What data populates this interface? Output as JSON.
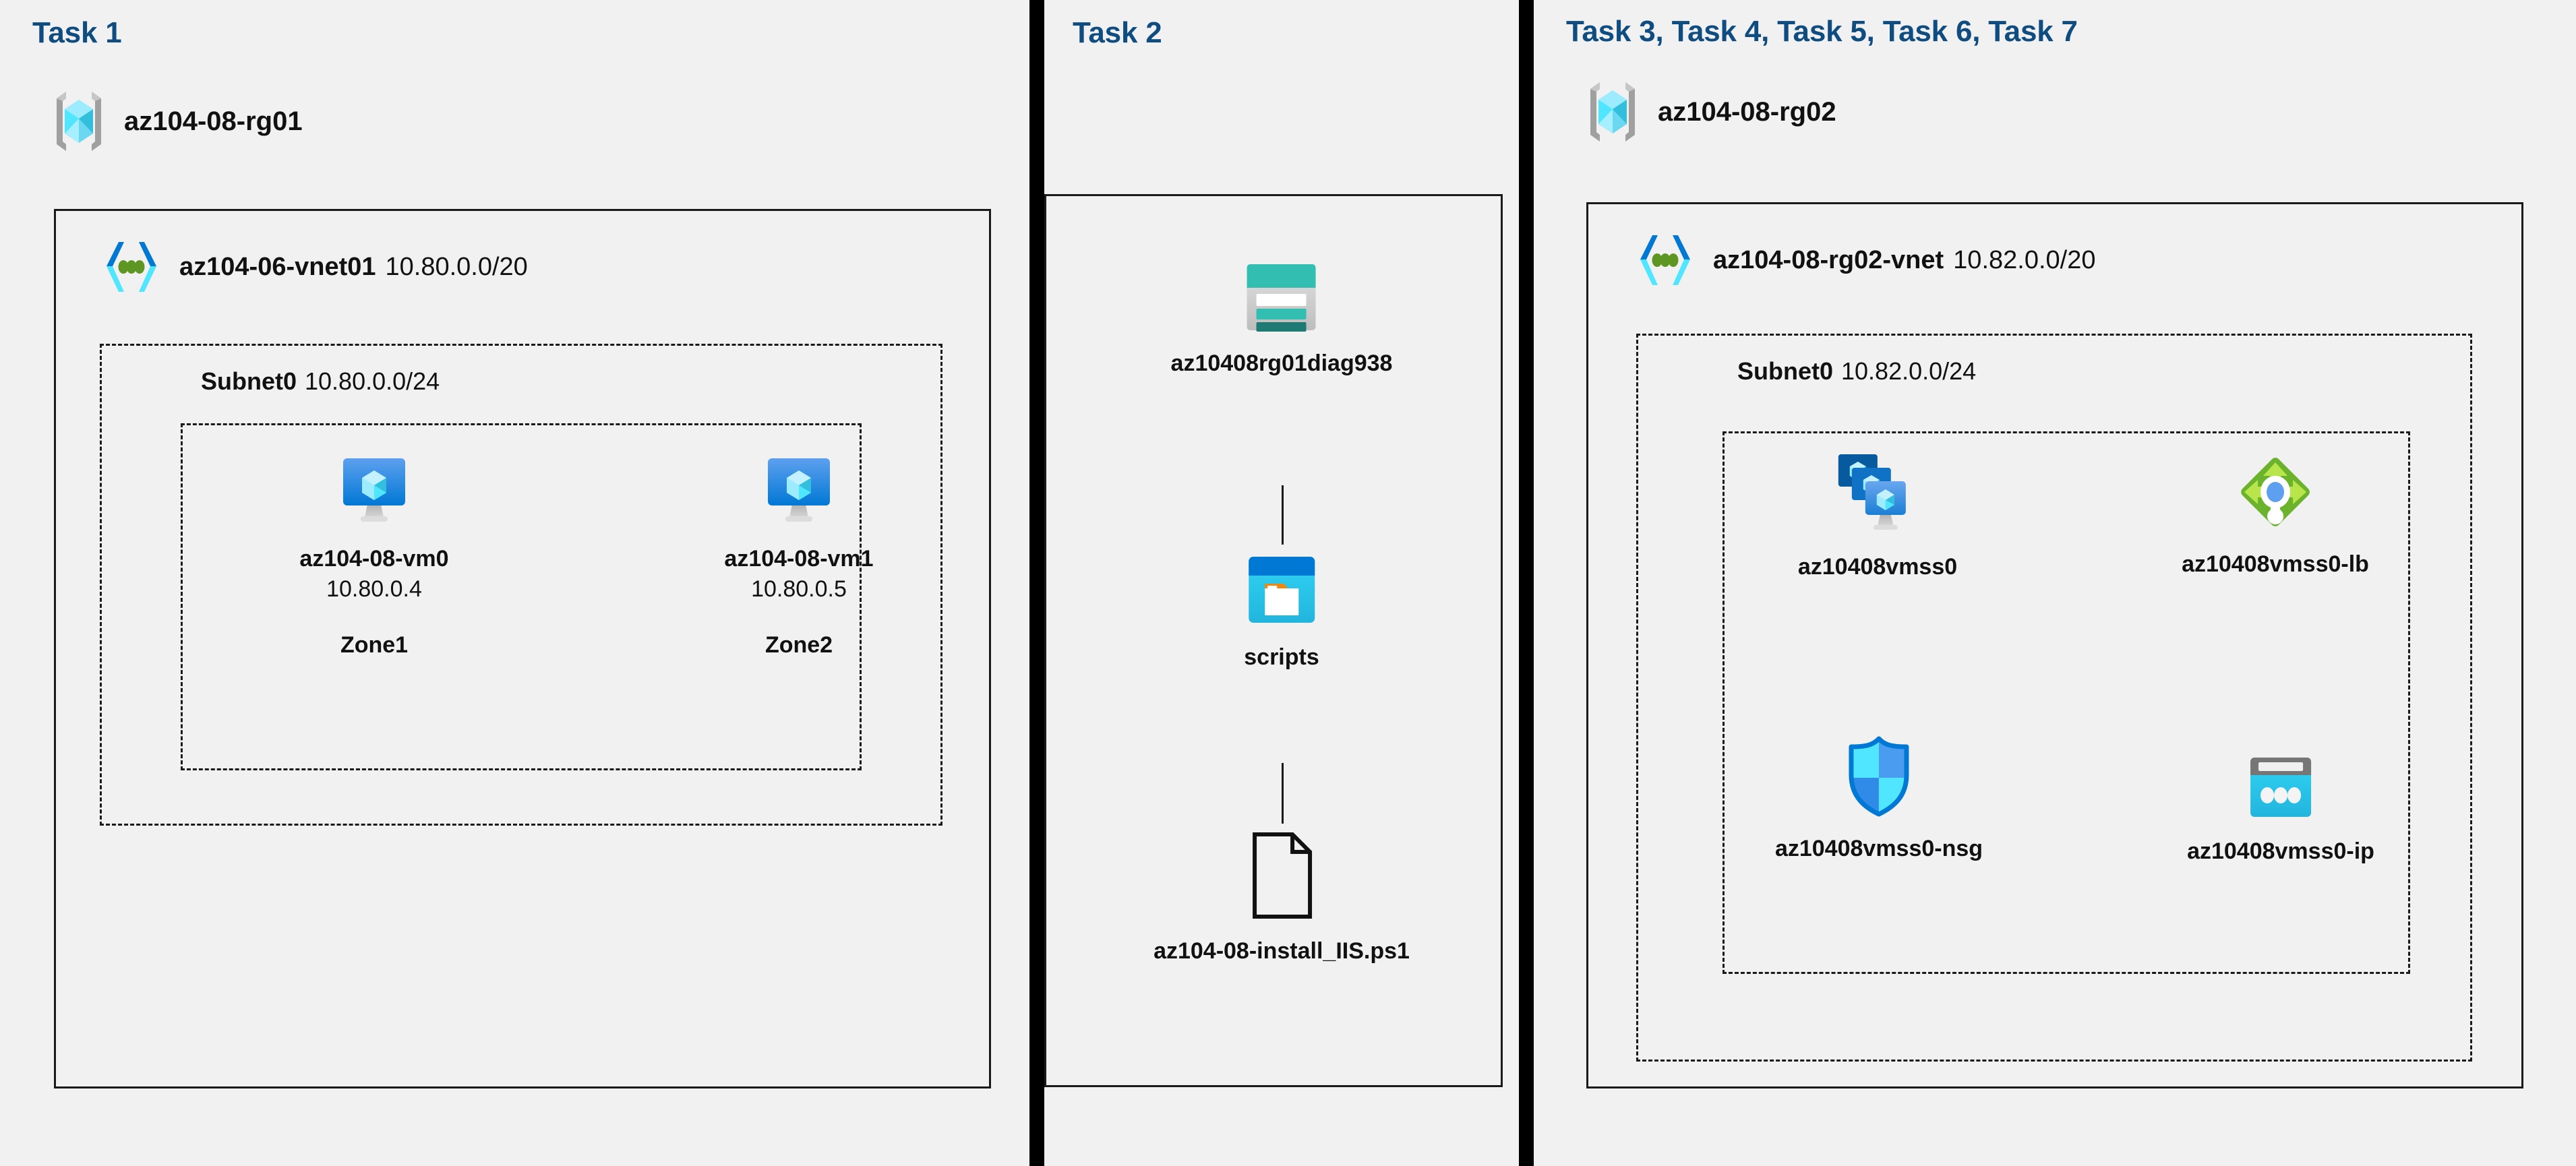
{
  "panels": [
    {
      "task_label": "Task 1",
      "resource_group": {
        "name": "az104-08-rg01",
        "icon": "resource-group-icon"
      },
      "vnet": {
        "name": "az104-06-vnet01",
        "cidr": "10.80.0.0/20",
        "icon": "virtual-network-icon"
      },
      "subnet": {
        "name": "Subnet0",
        "cidr": "10.80.0.0/24"
      },
      "nodes": [
        {
          "label": "az104-08-vm0",
          "sub": "10.80.0.4",
          "zone": "Zone1",
          "icon": "virtual-machine-icon"
        },
        {
          "label": "az104-08-vm1",
          "sub": "10.80.0.5",
          "zone": "Zone2",
          "icon": "virtual-machine-icon"
        }
      ]
    },
    {
      "task_label": "Task 2",
      "nodes": [
        {
          "label": "az10408rg01diag938",
          "icon": "storage-account-icon"
        },
        {
          "label": "scripts",
          "icon": "blob-container-icon"
        },
        {
          "label": "az104-08-install_IIS.ps1",
          "icon": "file-icon"
        }
      ]
    },
    {
      "task_label": "Task 3, Task 4, Task 5, Task 6, Task 7",
      "resource_group": {
        "name": "az104-08-rg02",
        "icon": "resource-group-icon"
      },
      "vnet": {
        "name": "az104-08-rg02-vnet",
        "cidr": "10.82.0.0/20",
        "icon": "virtual-network-icon"
      },
      "subnet": {
        "name": "Subnet0",
        "cidr": "10.82.0.0/24"
      },
      "nodes": [
        {
          "label": "az10408vmss0",
          "icon": "vm-scale-set-icon"
        },
        {
          "label": "az10408vmss0-lb",
          "icon": "load-balancer-icon"
        },
        {
          "label": "az10408vmss0-nsg",
          "icon": "network-security-group-icon"
        },
        {
          "label": "az10408vmss0-ip",
          "icon": "public-ip-address-icon"
        }
      ]
    }
  ],
  "colors": {
    "background": "#f1f1f1",
    "task_label": "#0f4c80",
    "border": "#1a1a1a",
    "azure_blue": "#0078d4",
    "azure_cyan": "#50e6ff",
    "storage_teal": "#32bfb1",
    "lb_green": "#6bb22d",
    "gray": "#9e9e9e"
  }
}
